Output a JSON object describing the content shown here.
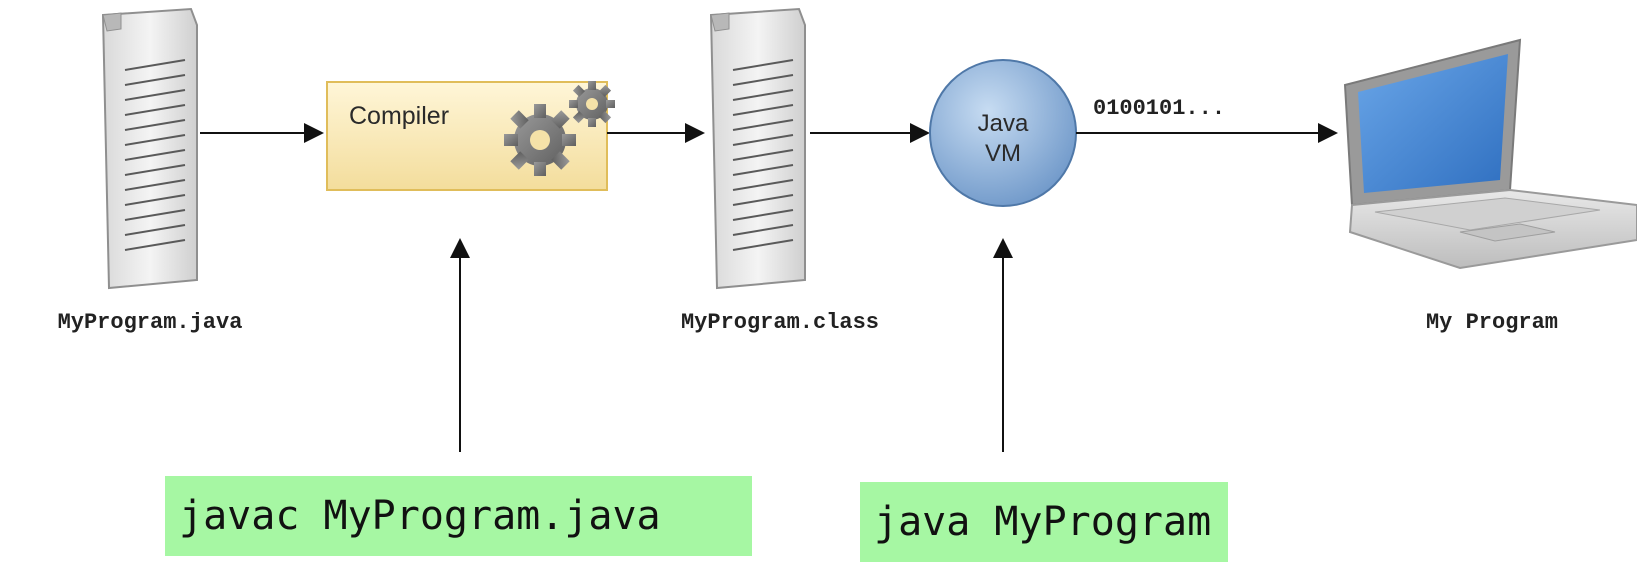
{
  "nodes": {
    "source_file": {
      "label": "MyProgram.java",
      "icon": "document-icon"
    },
    "compiler": {
      "label": "Compiler",
      "icon": "gears-icon"
    },
    "class_file": {
      "label": "MyProgram.class",
      "icon": "document-icon"
    },
    "jvm": {
      "line1": "Java",
      "line2": "VM",
      "icon": "circle-node"
    },
    "binary_output": {
      "label": "0100101..."
    },
    "computer": {
      "label": "My Program",
      "icon": "laptop-icon"
    }
  },
  "commands": {
    "compile": "javac MyProgram.java",
    "run": "java MyProgram"
  },
  "colors": {
    "command_bg": "#a6f7a3",
    "compiler_fill": "#f7e7b1",
    "jvm_fill": "#8fb4dd",
    "arrow": "#111111"
  }
}
